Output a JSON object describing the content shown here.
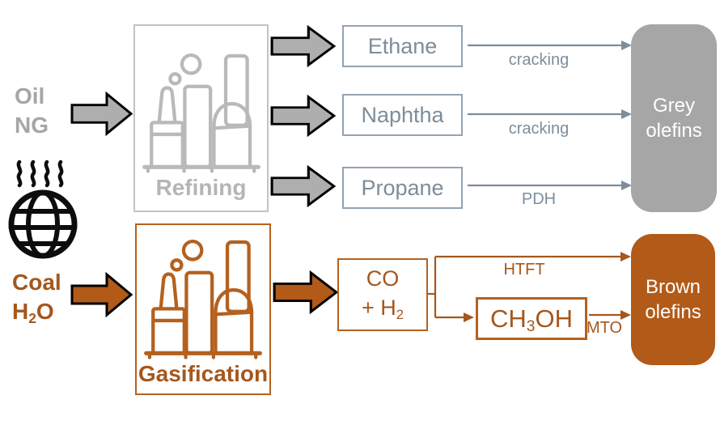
{
  "title_hint": "Olefin production routes diagram",
  "colors": {
    "grey_fill": "#a6a6a6",
    "grey_arrow_fill": "#aeaeae",
    "grey_light": "#b9b9b9",
    "slate_text": "#7d8d9c",
    "slate_border": "#94a3b1",
    "brown_fill": "#b25a17",
    "brown_text": "#a5571d",
    "brown_border": "#b4611e",
    "outline_black": "#000000",
    "white_text": "#ffffff"
  },
  "icons": {
    "globe": "globe-heat-icon",
    "refinery": "refinery-plant-icon",
    "block_arrow": "block-arrow-icon",
    "line_arrow": "line-arrow-icon"
  },
  "grey_pathway": {
    "feed_line1": "Oil",
    "feed_line2": "NG",
    "process_label": "Refining",
    "products": [
      {
        "label": "Ethane",
        "route": "cracking"
      },
      {
        "label": "Naphtha",
        "route": "cracking"
      },
      {
        "label": "Propane",
        "route": "PDH"
      }
    ],
    "output_line1": "Grey",
    "output_line2": "olefins"
  },
  "brown_pathway": {
    "feed_line1": "Coal",
    "feed_line2_pre": "H",
    "feed_line2_sub": "2",
    "feed_line2_post": "O",
    "process_label": "Gasification",
    "syngas_line1": "CO",
    "syngas_line2_pre": "+ H",
    "syngas_line2_sub": "2",
    "route_direct_label": "HTFT",
    "intermediate_pre": "CH",
    "intermediate_sub": "3",
    "intermediate_post": "OH",
    "route_methanol_label": "MTO",
    "output_line1": "Brown",
    "output_line2": "olefins"
  }
}
